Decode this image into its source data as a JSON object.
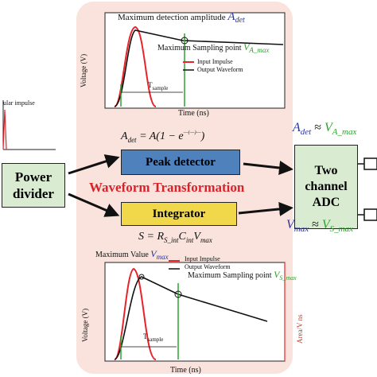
{
  "left": {
    "partial_label": "ular impulse",
    "power_divider": [
      "Power",
      "divider"
    ]
  },
  "top_plot": {
    "annotation_amp": "Maximum detection amplitude",
    "annotation_amp_sym": "A",
    "annotation_amp_sub": "det",
    "annotation_sample": "Maximum Sampling point",
    "annotation_sample_sym": "V",
    "annotation_sample_sub": "A_max",
    "legend": [
      "Input  Impulse",
      "Output Waveform"
    ],
    "tsample": "T",
    "tsample_sub": "sample",
    "ylabel": "Voltage (V)",
    "xlabel": "Time (ns)",
    "legend_colors": [
      "#e8232a",
      "#111111"
    ]
  },
  "formula1": {
    "lhs": "A",
    "lhs_sub": "det",
    "mid": " = A(1 − e",
    "close": ")"
  },
  "blocks": {
    "peak_detector": "Peak detector",
    "integrator": "Integrator",
    "title": "Waveform Transformation",
    "adc": [
      "Two",
      "channel",
      "ADC"
    ],
    "peak_color": "#4f81bd",
    "integrator_color": "#f0d84a",
    "title_color": "#d9232a"
  },
  "formula2": {
    "text_s": "S = R",
    "sub_r": "S_int",
    "text_c": "C",
    "sub_c": "int",
    "text_v": "V",
    "sub_v": "max"
  },
  "right": {
    "rel1_sym": "A",
    "rel1_sub": "det",
    "rel1_approx": " ≈ ",
    "rel1_sym2": "V",
    "rel1_sub2": "A_max",
    "rel2_sym": "V",
    "rel2_sub": "max",
    "rel2_approx": " ≈ ",
    "rel2_sym2": "V",
    "rel2_sub2": "S_max",
    "sym_color": "#2b35a0",
    "green_color": "#2ea32e"
  },
  "bottom_plot": {
    "annotation_max": "Maximum Value",
    "annotation_max_sym": "V",
    "annotation_max_sub": "max",
    "annotation_sample": "Maximum Sampling point",
    "annotation_sample_sym": "V",
    "annotation_sample_sub": "S_max",
    "legend": [
      "Input  Impulse",
      "Output Waveform"
    ],
    "tsample": "T",
    "tsample_sub": "sample",
    "ylabel": "Voltage (V)",
    "ylabel_right": "Area/V ns",
    "xlabel": "Time (ns)"
  }
}
